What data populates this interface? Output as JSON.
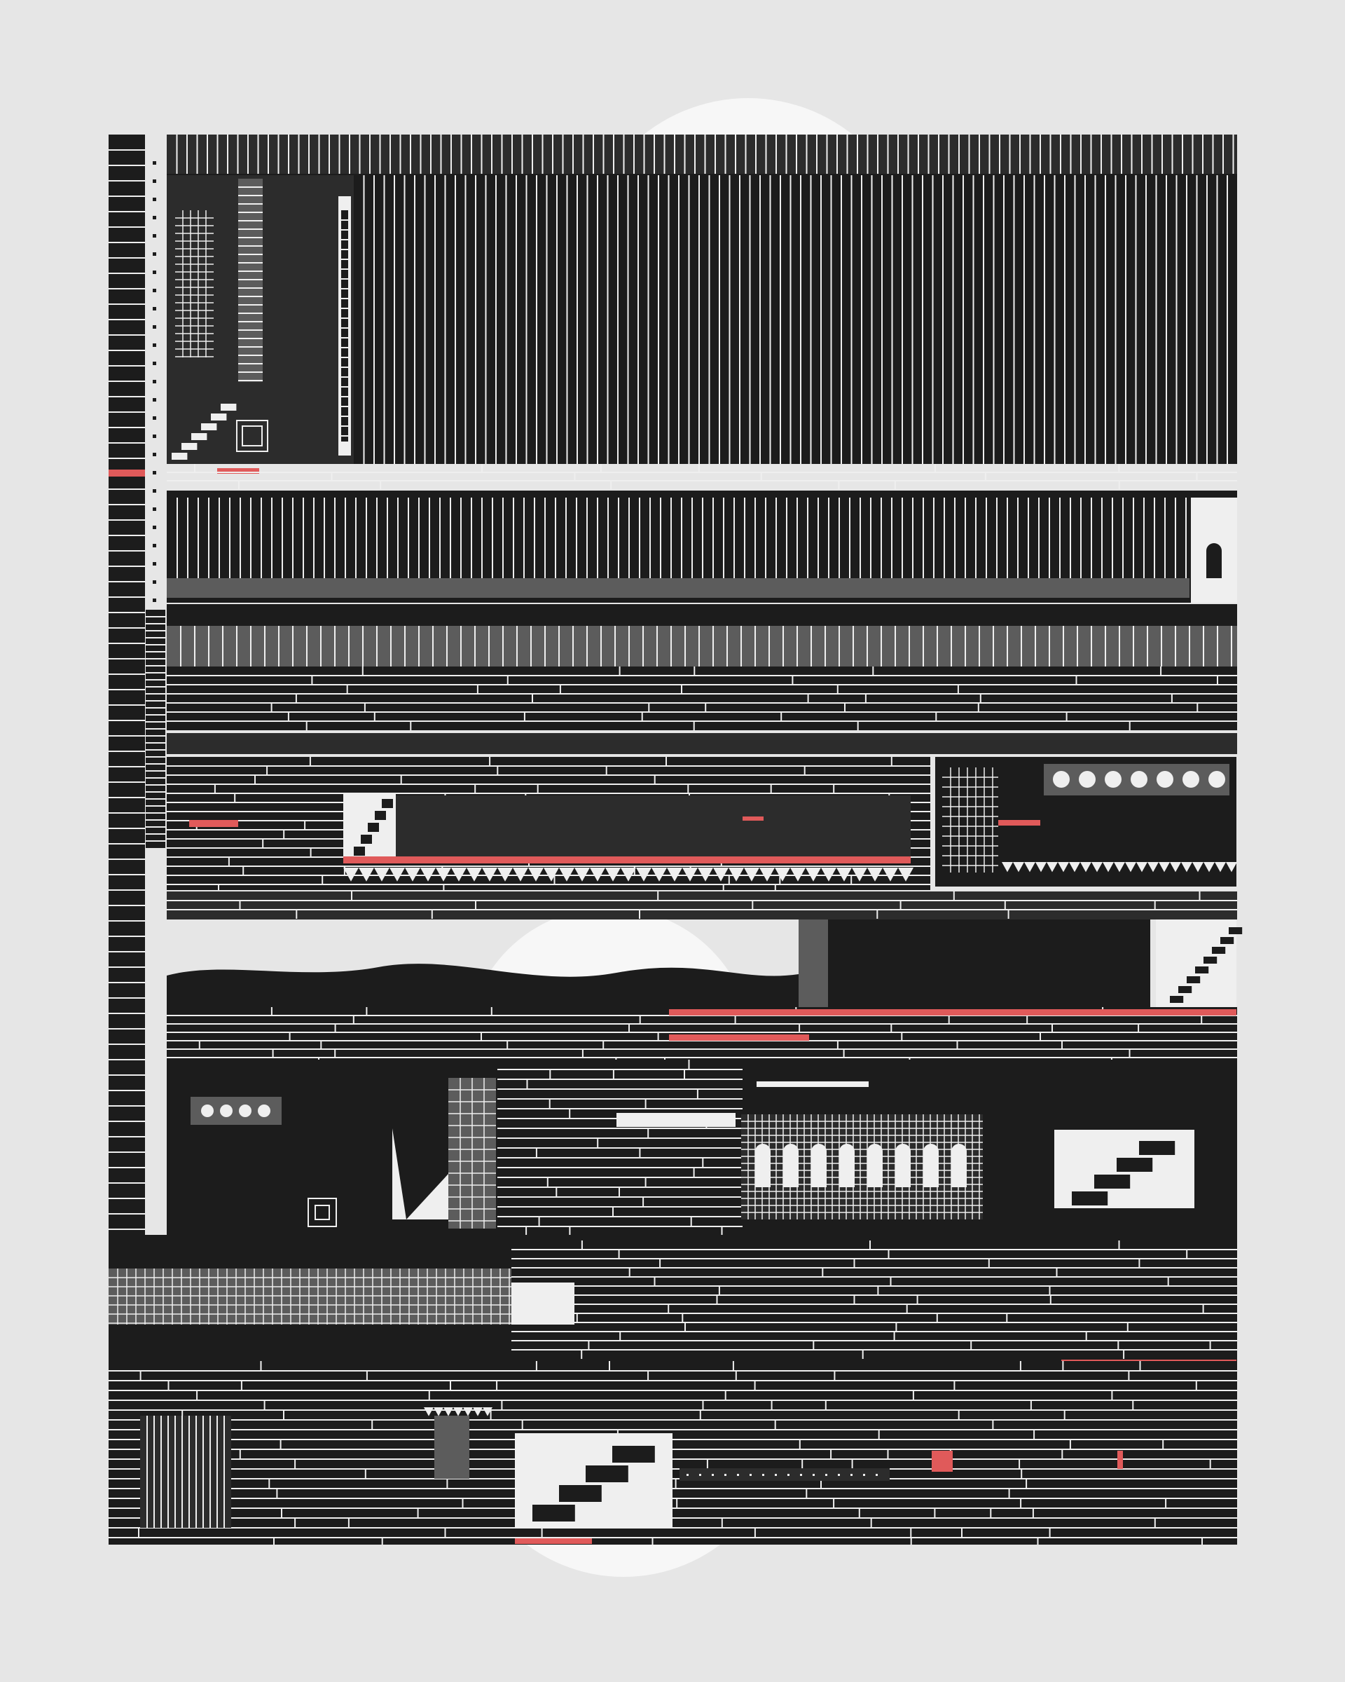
{
  "artwork": {
    "palette": {
      "paper": "#e6e6e6",
      "ink": "#1c1c1c",
      "ink_alt": "#2c2c2c",
      "gray_mid": "#5c5c5c",
      "gray_light": "#8a8a8a",
      "line": "#efefef",
      "accent_red": "#e05a5a",
      "moon": "#f7f7f7"
    },
    "motifs": [
      "moon",
      "arched-windows",
      "staircase-steps",
      "zigzag-frieze",
      "circle-portholes",
      "wave-horizon",
      "grid-panels",
      "red-accent-bars"
    ]
  }
}
